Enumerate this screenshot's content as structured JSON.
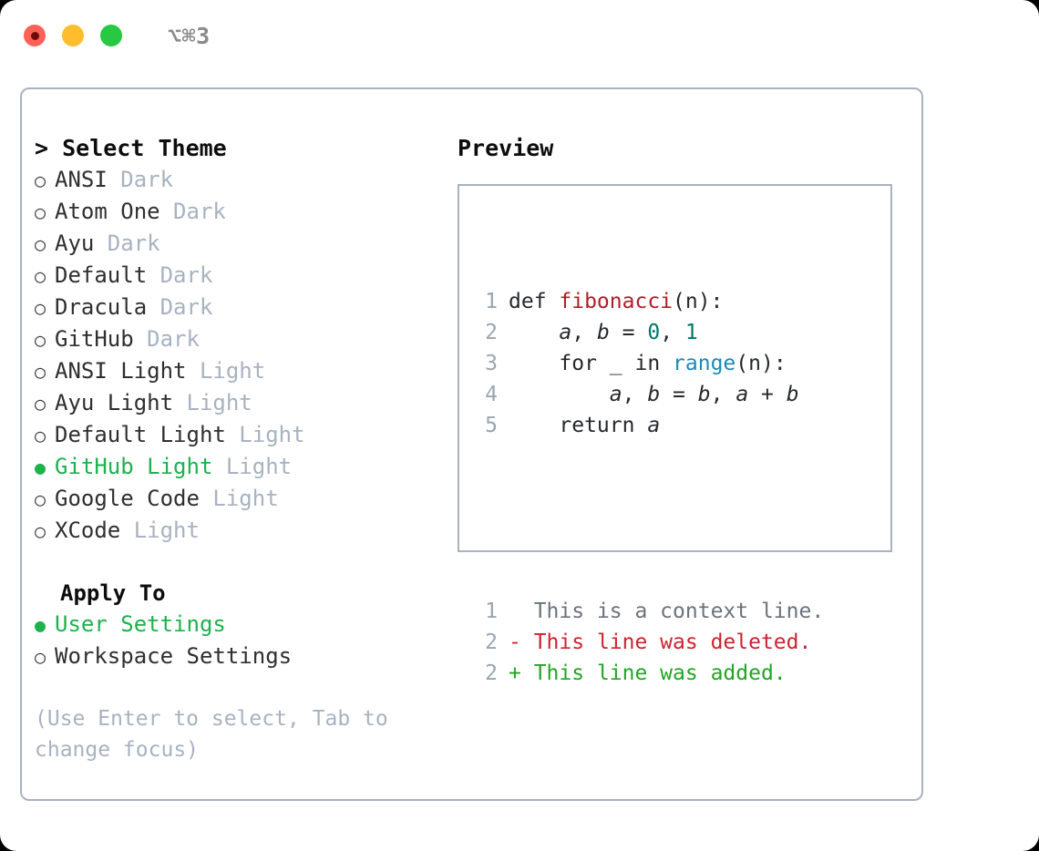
{
  "titlebar": {
    "shortcut": "⌥⌘3",
    "lights": [
      {
        "name": "close-button",
        "color": "#ff6159",
        "recording": true
      },
      {
        "name": "minimize-button",
        "color": "#ffbd2e",
        "recording": false
      },
      {
        "name": "zoom-button",
        "color": "#26c941",
        "recording": false
      }
    ]
  },
  "theme_list": {
    "heading": "> Select Theme",
    "items": [
      {
        "radio": "○",
        "label": "ANSI",
        "tag": " Dark",
        "selected": false
      },
      {
        "radio": "○",
        "label": "Atom One",
        "tag": " Dark",
        "selected": false
      },
      {
        "radio": "○",
        "label": "Ayu",
        "tag": " Dark",
        "selected": false
      },
      {
        "radio": "○",
        "label": "Default",
        "tag": " Dark",
        "selected": false
      },
      {
        "radio": "○",
        "label": "Dracula",
        "tag": " Dark",
        "selected": false
      },
      {
        "radio": "○",
        "label": "GitHub",
        "tag": " Dark",
        "selected": false
      },
      {
        "radio": "○",
        "label": "ANSI Light",
        "tag": " Light",
        "selected": false
      },
      {
        "radio": "○",
        "label": "Ayu Light",
        "tag": " Light",
        "selected": false
      },
      {
        "radio": "○",
        "label": "Default Light",
        "tag": " Light",
        "selected": false
      },
      {
        "radio": "●",
        "label": "GitHub Light",
        "tag": " Light",
        "selected": true
      },
      {
        "radio": "○",
        "label": "Google Code",
        "tag": " Light",
        "selected": false
      },
      {
        "radio": "○",
        "label": "XCode",
        "tag": " Light",
        "selected": false
      }
    ]
  },
  "apply_to": {
    "heading": "Apply To",
    "items": [
      {
        "radio": "●",
        "label": "User Settings",
        "selected": true
      },
      {
        "radio": "○",
        "label": "Workspace Settings",
        "selected": false
      }
    ]
  },
  "hint": "(Use Enter to select, Tab to change focus)",
  "preview": {
    "title": "Preview",
    "code_lines": [
      {
        "lno": "1",
        "tokens": [
          {
            "t": "def ",
            "c": "plain"
          },
          {
            "t": "fibonacci",
            "c": "fn"
          },
          {
            "t": "(n):",
            "c": "plain"
          }
        ]
      },
      {
        "lno": "2",
        "tokens": [
          {
            "t": "    ",
            "c": "plain"
          },
          {
            "t": "a",
            "c": "var"
          },
          {
            "t": ", ",
            "c": "plain"
          },
          {
            "t": "b",
            "c": "var"
          },
          {
            "t": " = ",
            "c": "plain"
          },
          {
            "t": "0",
            "c": "num"
          },
          {
            "t": ", ",
            "c": "plain"
          },
          {
            "t": "1",
            "c": "num"
          }
        ]
      },
      {
        "lno": "3",
        "tokens": [
          {
            "t": "    for ",
            "c": "plain"
          },
          {
            "t": "_",
            "c": "var"
          },
          {
            "t": " in ",
            "c": "plain"
          },
          {
            "t": "range",
            "c": "call"
          },
          {
            "t": "(n):",
            "c": "plain"
          }
        ]
      },
      {
        "lno": "4",
        "tokens": [
          {
            "t": "        ",
            "c": "plain"
          },
          {
            "t": "a",
            "c": "var"
          },
          {
            "t": ", ",
            "c": "plain"
          },
          {
            "t": "b",
            "c": "var"
          },
          {
            "t": " = ",
            "c": "plain"
          },
          {
            "t": "b",
            "c": "var"
          },
          {
            "t": ", ",
            "c": "plain"
          },
          {
            "t": "a",
            "c": "var"
          },
          {
            "t": " + ",
            "c": "plain"
          },
          {
            "t": "b",
            "c": "var"
          }
        ]
      },
      {
        "lno": "5",
        "tokens": [
          {
            "t": "    return ",
            "c": "plain"
          },
          {
            "t": "a",
            "c": "var"
          }
        ]
      }
    ],
    "diff_lines": [
      {
        "lno": "1",
        "marker": "  ",
        "text": "This is a context line.",
        "kind": "ctx"
      },
      {
        "lno": "2",
        "marker": "- ",
        "text": "This line was deleted.",
        "kind": "del"
      },
      {
        "lno": "2",
        "marker": "+ ",
        "text": "This line was added.",
        "kind": "add"
      }
    ]
  },
  "colors": {
    "accent_green": "#1eb14e",
    "muted": "#a8b2c0",
    "border": "#a8b2c0",
    "fn_red": "#b31d28",
    "num_teal": "#00786b",
    "call_blue": "#1a8bb5",
    "diff_del": "#cb2431",
    "diff_add": "#22a524",
    "diff_ctx": "#6a737d"
  }
}
